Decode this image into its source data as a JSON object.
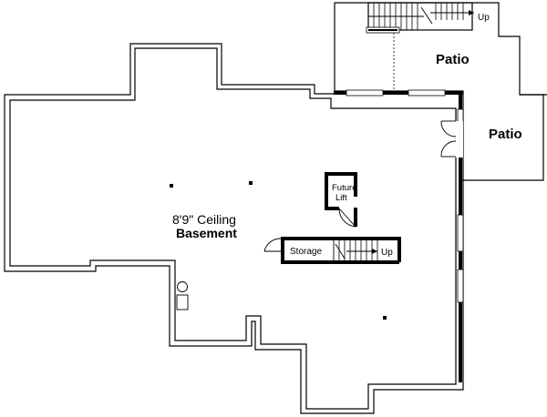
{
  "labels": {
    "patio_top": "Patio",
    "patio_right": "Patio",
    "ceiling": "8'9\" Ceiling",
    "room": "Basement",
    "future_lift_line1": "Future",
    "future_lift_line2": "Lift",
    "storage": "Storage",
    "stair_main_up": "Up",
    "stair_top_up": "Up"
  }
}
